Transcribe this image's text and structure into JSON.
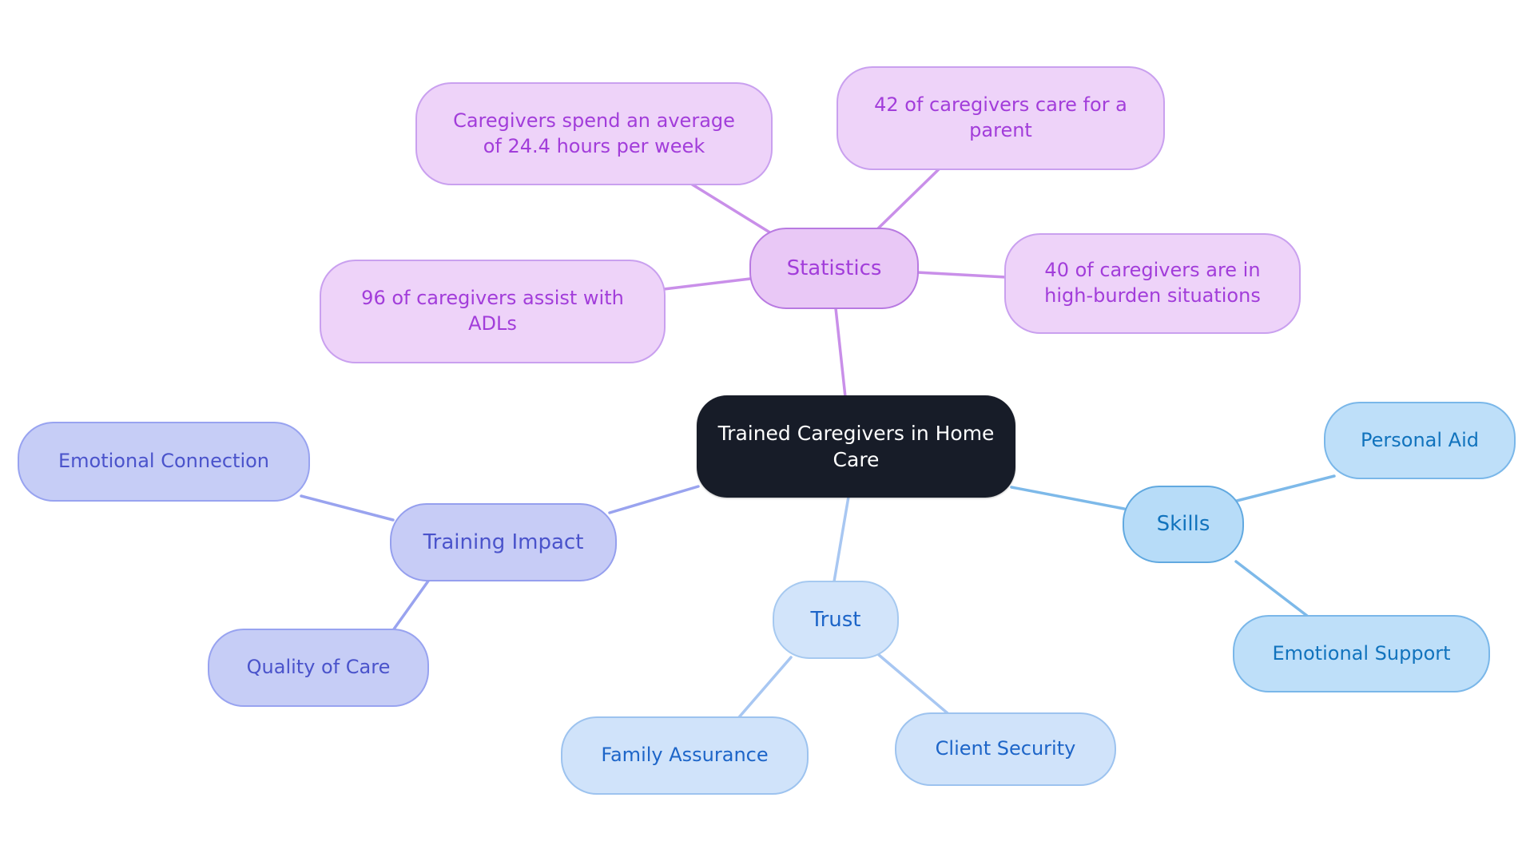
{
  "diagram": {
    "type": "mindmap",
    "root": {
      "label": "Trained Caregivers in Home\nCare"
    },
    "branches": [
      {
        "id": "statistics",
        "label": "Statistics",
        "children": [
          {
            "label": "Caregivers spend an average\nof 24.4 hours per week"
          },
          {
            "label": "42 of caregivers care for a\nparent"
          },
          {
            "label": "96 of caregivers assist with\nADLs"
          },
          {
            "label": "40 of caregivers are in\nhigh-burden situations"
          }
        ]
      },
      {
        "id": "training_impact",
        "label": "Training Impact",
        "children": [
          {
            "label": "Emotional Connection"
          },
          {
            "label": "Quality of Care"
          }
        ]
      },
      {
        "id": "skills",
        "label": "Skills",
        "children": [
          {
            "label": "Personal Aid"
          },
          {
            "label": "Emotional Support"
          }
        ]
      },
      {
        "id": "trust",
        "label": "Trust",
        "children": [
          {
            "label": "Family Assurance"
          },
          {
            "label": "Client Security"
          }
        ]
      }
    ],
    "palette": {
      "root": {
        "fill": "#171c28",
        "text": "#ffffff"
      },
      "statistics": {
        "branch_fill": "#e9c8f6",
        "branch_border": "#b87ae1",
        "leaf_fill": "#eed3f9",
        "leaf_border": "#c9a0ef",
        "text": "#a23dda",
        "edge": "#c98fe9"
      },
      "training_impact": {
        "branch_fill": "#c7ccf6",
        "branch_border": "#959fee",
        "leaf_fill": "#c6cdf6",
        "leaf_border": "#98a3f0",
        "text": "#4a53cb",
        "edge": "#99a3ef"
      },
      "skills": {
        "branch_fill": "#b7dcf8",
        "branch_border": "#61a9e0",
        "leaf_fill": "#bedff9",
        "leaf_border": "#7ab7e9",
        "text": "#1173bd",
        "edge": "#7db9e9"
      },
      "trust": {
        "branch_fill": "#d2e4fa",
        "branch_border": "#a6c9f0",
        "leaf_fill": "#d0e3fa",
        "leaf_border": "#9dc3ef",
        "text": "#1d65c8",
        "edge": "#a8c7f2"
      }
    }
  }
}
